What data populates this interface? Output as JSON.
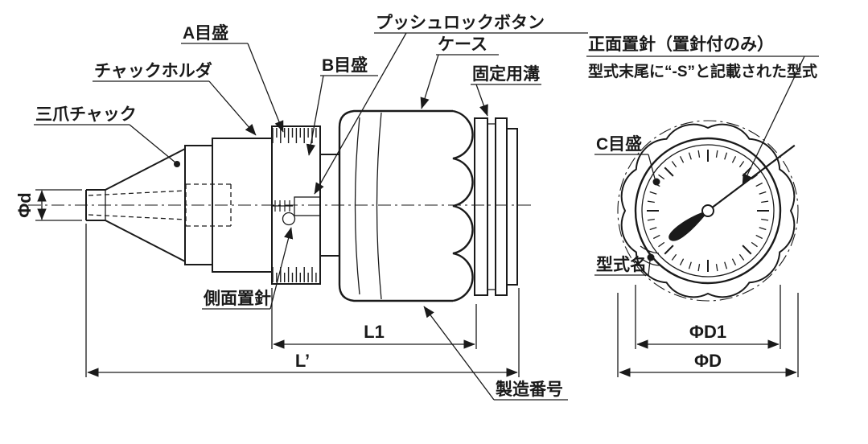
{
  "labels": {
    "three_jaw_chuck": "三爪チャック",
    "chuck_holder": "チャックホルダ",
    "a_scale": "A目盛",
    "b_scale": "B目盛",
    "push_lock_button": "プッシュロックボタン",
    "case": "ケース",
    "fixing_groove": "固定用溝",
    "side_set_pointer": "側面置針",
    "serial_number": "製造番号",
    "front_set_pointer": "正面置針（置針付のみ）",
    "front_set_pointer_note": "型式末尾に“-S”と記載された型式",
    "c_scale": "C目盛",
    "model_name": "型式名"
  },
  "dimensions": {
    "phi_d": "Φd",
    "l1": "L1",
    "l_prime": "L’",
    "phi_d1": "ΦD1",
    "phi_d_outer": "ΦD"
  },
  "colors": {
    "line": "#1a1a1a",
    "background": "#ffffff"
  }
}
